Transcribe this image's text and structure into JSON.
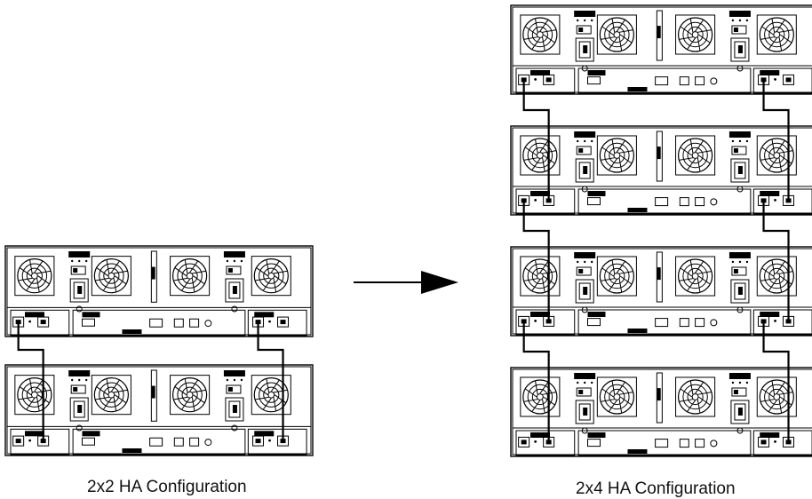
{
  "captions": {
    "left": "2x2 HA Configuration",
    "right": "2x4 HA Configuration"
  },
  "diagram": {
    "left_configuration": {
      "enclosures": 2,
      "cabled_ports_per_side": 1
    },
    "right_configuration": {
      "enclosures": 4,
      "cabled_ports_per_side": 2
    },
    "arrow": "points from left configuration to right configuration"
  },
  "colors": {
    "line": "#000000",
    "background": "#ffffff",
    "panel": "#ffffff"
  }
}
